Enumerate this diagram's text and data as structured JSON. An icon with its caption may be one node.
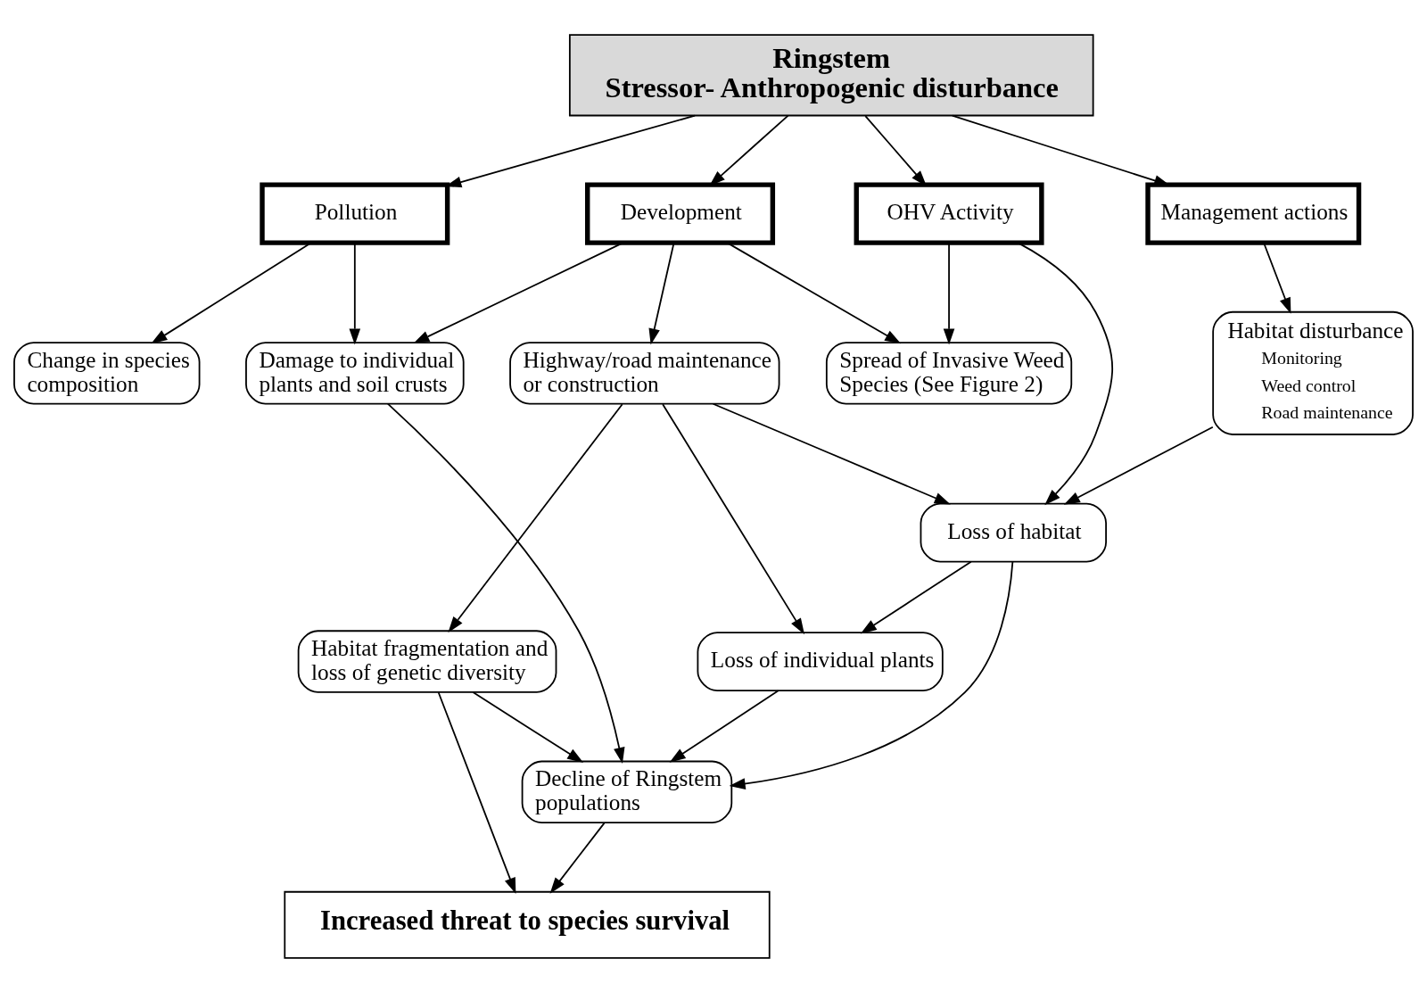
{
  "diagram": {
    "nodes": [
      {
        "text": [
          "Ringstem",
          "Stressor- Anthropogenic disturbance"
        ]
      },
      {
        "text": [
          "Pollution"
        ]
      },
      {
        "text": [
          "OHV Activity"
        ]
      },
      {
        "text": [
          "Development"
        ]
      },
      {
        "text": [
          "Management actions"
        ]
      },
      {
        "text": [
          "Habitat disturbance",
          "Monitoring",
          "Weed control",
          "Road maintenance"
        ]
      },
      {
        "text": [
          "Spread of Invasive Weed Species (See Figure 2)"
        ]
      },
      {
        "text": [
          "Highway/road maintenance or construction"
        ]
      },
      {
        "text": [
          "Damage to individual plants and soil crusts"
        ]
      },
      {
        "text": [
          "Loss of habitat"
        ]
      },
      {
        "text": [
          "Loss of individual plants"
        ]
      },
      {
        "text": [
          "Decline of Ringstem populations"
        ]
      },
      {
        "text": [
          "Change in species composition"
        ]
      },
      {
        "text": [
          "Habitat fragmentation and loss of genetic diversity"
        ]
      },
      {
        "text": [
          "Increased threat to species survival"
        ]
      }
    ],
    "edges": [
      {
        "from": 0,
        "to": 1,
        "arrow": "to"
      },
      {
        "from": 0,
        "to": 2,
        "arrow": "to"
      },
      {
        "from": 0,
        "to": 3,
        "arrow": "to"
      },
      {
        "from": 0,
        "to": 4,
        "arrow": "to"
      },
      {
        "from": 4,
        "to": 5,
        "arrow": "to"
      },
      {
        "from": 2,
        "to": 6,
        "arrow": "to"
      },
      {
        "from": 3,
        "to": 6,
        "arrow": "to"
      },
      {
        "from": 3,
        "to": 8,
        "arrow": "to"
      },
      {
        "from": 2,
        "to": 9,
        "arrow": "to"
      },
      {
        "from": 3,
        "to": 7,
        "arrow": "to"
      },
      {
        "from": 7,
        "to": 9,
        "arrow": "to"
      },
      {
        "from": 7,
        "to": 10,
        "arrow": "to"
      },
      {
        "from": 7,
        "to": 13,
        "arrow": "to"
      },
      {
        "from": 5,
        "to": 9,
        "arrow": "to"
      },
      {
        "from": 1,
        "to": 8,
        "arrow": "to"
      },
      {
        "from": 1,
        "to": 12,
        "arrow": "to"
      },
      {
        "from": 9,
        "to": 10,
        "arrow": "to"
      },
      {
        "from": 9,
        "to": 11,
        "arrow": "to"
      },
      {
        "from": 8,
        "to": 11,
        "arrow": "to"
      },
      {
        "from": 10,
        "to": 11,
        "arrow": "to"
      },
      {
        "from": 13,
        "to": 11,
        "arrow": "to"
      },
      {
        "from": 11,
        "to": 14,
        "arrow": "to"
      },
      {
        "from": 13,
        "to": 14,
        "arrow": "to"
      }
    ]
  }
}
